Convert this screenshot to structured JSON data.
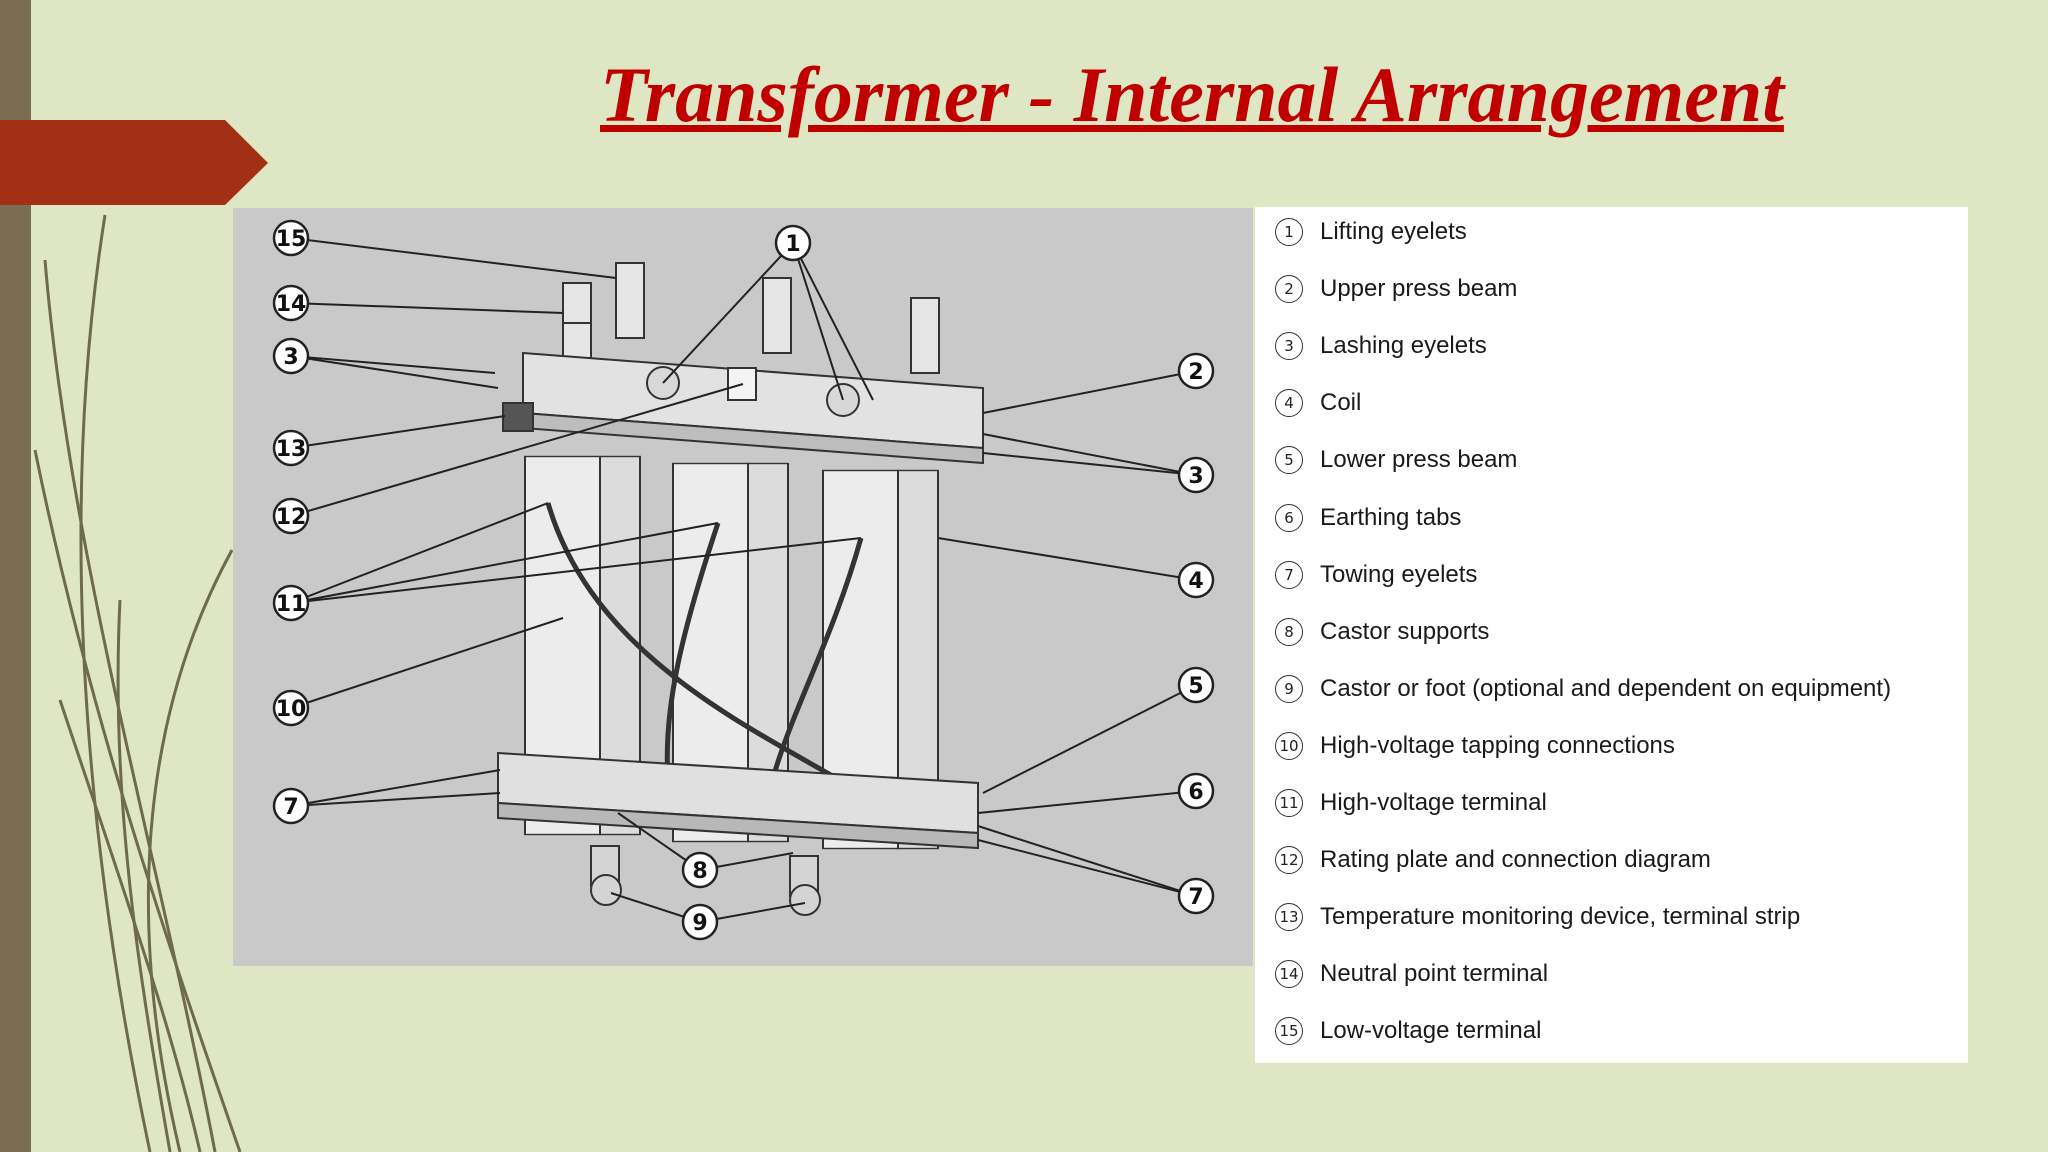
{
  "slide": {
    "title": "Transformer - Internal Arrangement",
    "accent_color": "#a33014",
    "title_color": "#c00000",
    "background_color": "#dfe6c3"
  },
  "diagram": {
    "callouts": [
      "15",
      "14",
      "3",
      "13",
      "12",
      "11",
      "10",
      "7",
      "1",
      "2",
      "3",
      "4",
      "5",
      "6",
      "7",
      "8",
      "9"
    ]
  },
  "legend": {
    "items": [
      {
        "num": "1",
        "label": "Lifting eyelets"
      },
      {
        "num": "2",
        "label": "Upper press beam"
      },
      {
        "num": "3",
        "label": "Lashing eyelets"
      },
      {
        "num": "4",
        "label": "Coil"
      },
      {
        "num": "5",
        "label": "Lower press beam"
      },
      {
        "num": "6",
        "label": "Earthing tabs"
      },
      {
        "num": "7",
        "label": "Towing eyelets"
      },
      {
        "num": "8",
        "label": "Castor supports"
      },
      {
        "num": "9",
        "label": "Castor or foot (optional and dependent on equipment)"
      },
      {
        "num": "10",
        "label": "High-voltage tapping connections"
      },
      {
        "num": "11",
        "label": "High-voltage terminal"
      },
      {
        "num": "12",
        "label": "Rating plate and connection diagram"
      },
      {
        "num": "13",
        "label": "Temperature monitoring device, terminal strip"
      },
      {
        "num": "14",
        "label": "Neutral point terminal"
      },
      {
        "num": "15",
        "label": "Low-voltage terminal"
      }
    ]
  }
}
